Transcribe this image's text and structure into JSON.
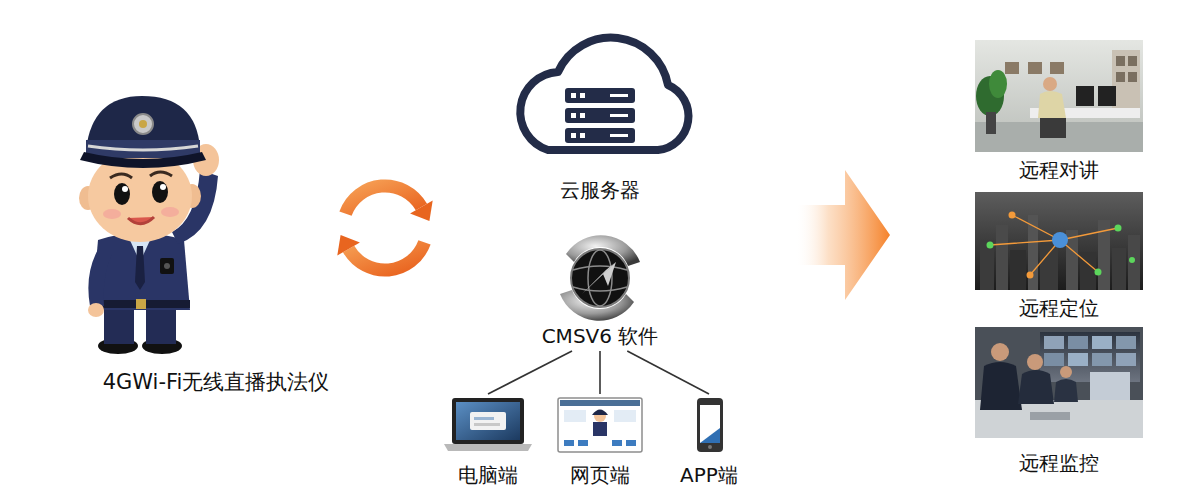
{
  "diagram": {
    "nodes": [
      {
        "text": [
          "4GWi-Fi无线直播执法仪"
        ]
      },
      {
        "text": [
          "云服务器"
        ]
      },
      {
        "text": [
          "CMSV6 软件"
        ]
      },
      {
        "text": [
          "电脑端"
        ]
      },
      {
        "text": [
          "网页端"
        ]
      },
      {
        "text": [
          "APP端"
        ]
      },
      {
        "text": [
          "远程对讲"
        ]
      },
      {
        "text": [
          "远程定位"
        ]
      },
      {
        "text": [
          "远程监控"
        ]
      }
    ],
    "edges": [
      {
        "from": 2,
        "to": 3,
        "arrow": "none"
      },
      {
        "from": 2,
        "to": 4,
        "arrow": "none"
      },
      {
        "from": 2,
        "to": 5,
        "arrow": "none"
      }
    ]
  }
}
